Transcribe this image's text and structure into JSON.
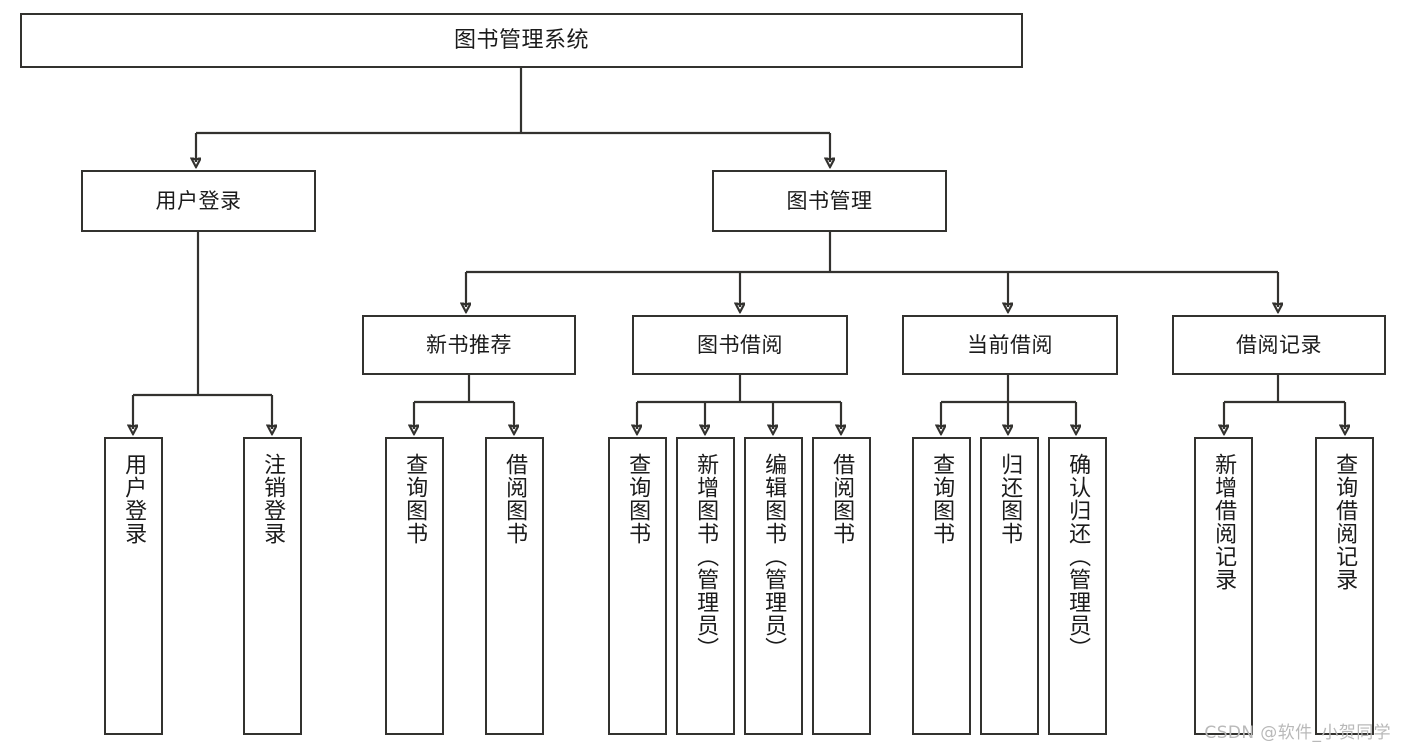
{
  "diagram": {
    "title": "图书管理系统",
    "root": {
      "label": "图书管理系统"
    },
    "level1": [
      {
        "label": "用户登录"
      },
      {
        "label": "图书管理"
      }
    ],
    "level2": [
      {
        "label": "新书推荐"
      },
      {
        "label": "图书借阅"
      },
      {
        "label": "当前借阅"
      },
      {
        "label": "借阅记录"
      }
    ],
    "leaves": {
      "user_login": [
        {
          "label": "用户登录"
        },
        {
          "label": "注销登录"
        }
      ],
      "new_book_recommend": [
        {
          "label": "查询图书"
        },
        {
          "label": "借阅图书"
        }
      ],
      "book_borrow": [
        {
          "label": "查询图书"
        },
        {
          "label": "新增图书（管理员）"
        },
        {
          "label": "编辑图书（管理员）"
        },
        {
          "label": "借阅图书"
        }
      ],
      "current_borrow": [
        {
          "label": "查询图书"
        },
        {
          "label": "归还图书"
        },
        {
          "label": "确认归还（管理员）"
        }
      ],
      "borrow_record": [
        {
          "label": "新增借阅记录"
        },
        {
          "label": "查询借阅记录"
        }
      ]
    }
  },
  "watermark": {
    "text": "CSDN @软件_小贺同学"
  },
  "colors": {
    "border": "#33322f",
    "text": "#1b1b1b",
    "background": "#ffffff",
    "watermark": "#b9b9b9"
  }
}
